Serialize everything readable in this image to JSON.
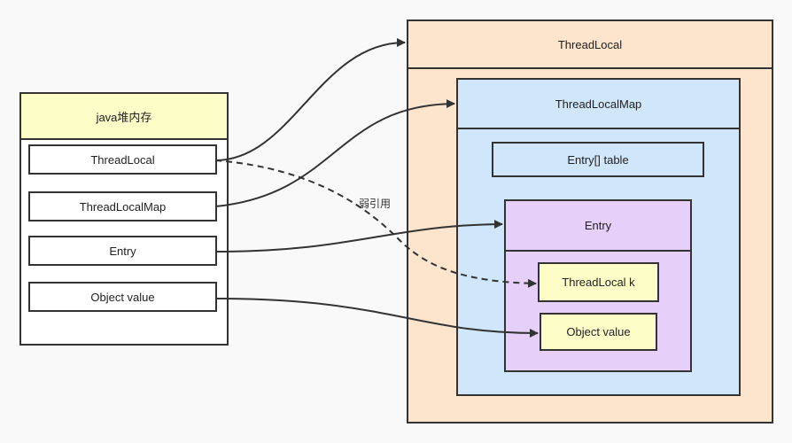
{
  "heap": {
    "title": "java堆内存",
    "items": [
      "ThreadLocal",
      "ThreadLocalMap",
      "Entry",
      "Object value"
    ]
  },
  "thread_local": {
    "title": "ThreadLocal",
    "map": {
      "title": "ThreadLocalMap",
      "table": "Entry[] table",
      "entry": {
        "title": "Entry",
        "key": "ThreadLocal k",
        "value": "Object value"
      }
    }
  },
  "edge_label": "弱引用",
  "colors": {
    "heap_header": "#fdfdc8",
    "thread_local": "#fde4cc",
    "thread_local_map": "#cfe6fb",
    "entry": "#e6cff8",
    "entry_fields": "#fdfdc8",
    "line": "#333333"
  }
}
